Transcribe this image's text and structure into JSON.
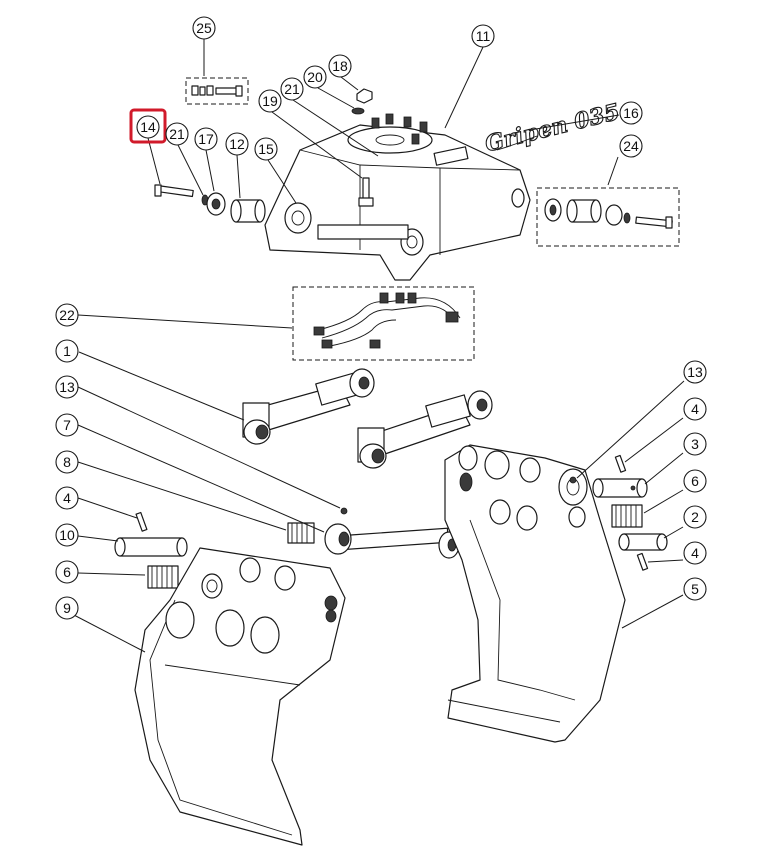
{
  "diagram": {
    "logo_text": "Gripen 035",
    "highlight_color": "#d11a2a",
    "line_color": "#1a1a1a",
    "callouts": {
      "c25": "25",
      "c11": "11",
      "c18": "18",
      "c20": "20",
      "c21a": "21",
      "c19": "19",
      "c14": "14",
      "c21b": "21",
      "c17": "17",
      "c12": "12",
      "c15": "15",
      "c16": "16",
      "c24": "24",
      "c22": "22",
      "c1": "1",
      "c13a": "13",
      "c7": "7",
      "c8": "8",
      "c4a": "4",
      "c10": "10",
      "c6a": "6",
      "c9": "9",
      "c13b": "13",
      "c4b": "4",
      "c3": "3",
      "c6b": "6",
      "c2": "2",
      "c4c": "4",
      "c5": "5"
    },
    "highlighted_callout": "14"
  }
}
